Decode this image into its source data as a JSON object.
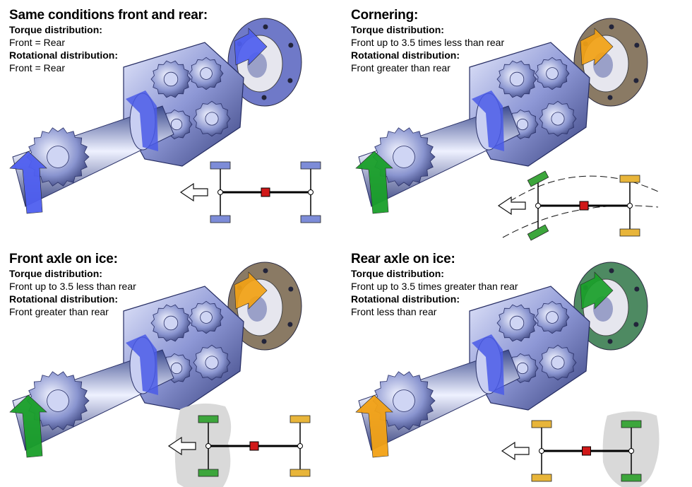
{
  "panels": [
    {
      "title": "Same conditions front and rear:",
      "torque_label": "Torque distribution:",
      "torque_value": "Front = Rear",
      "rotation_label": "Rotational distribution:",
      "rotation_value": "Front = Rear",
      "colors": {
        "front_arrow": "#4f5ff0",
        "front_wheels": "#7d8cd8",
        "rear_arrow": "#4f5ff0",
        "rear_wheels": "#7d8cd8",
        "flange": "#6f79c8"
      },
      "ice": "none",
      "cornering": false
    },
    {
      "title": "Cornering:",
      "torque_label": "Torque distribution:",
      "torque_value": "Front up to 3.5 times less than rear",
      "rotation_label": "Rotational distribution:",
      "rotation_value": "Front greater than rear",
      "colors": {
        "front_arrow": "#1aa02a",
        "front_wheels": "#3da63c",
        "rear_arrow": "#f3a215",
        "rear_wheels": "#e8b53a",
        "flange": "#8a7a64"
      },
      "ice": "none",
      "cornering": true
    },
    {
      "title": "Front axle on ice:",
      "torque_label": "Torque distribution:",
      "torque_value": "Front up to 3.5 less than rear",
      "rotation_label": "Rotational distribution:",
      "rotation_value": "Front greater than rear",
      "colors": {
        "front_arrow": "#1aa02a",
        "front_wheels": "#3da63c",
        "rear_arrow": "#f3a215",
        "rear_wheels": "#e8b53a",
        "flange": "#8a7a64"
      },
      "ice": "front",
      "cornering": false
    },
    {
      "title": "Rear axle on ice:",
      "torque_label": "Torque distribution:",
      "torque_value": "Front up to 3.5 times greater than rear",
      "rotation_label": "Rotational distribution:",
      "rotation_value": "Front less than rear",
      "colors": {
        "front_arrow": "#f3a215",
        "front_wheels": "#e8b53a",
        "rear_arrow": "#1aa02a",
        "rear_wheels": "#3da63c",
        "flange": "#4e8a62"
      },
      "ice": "rear",
      "cornering": false
    }
  ]
}
